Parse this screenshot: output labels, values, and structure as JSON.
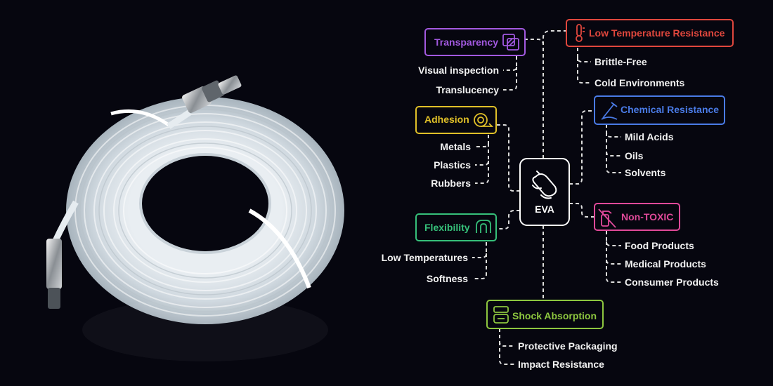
{
  "center": {
    "label": "EVA"
  },
  "nodes": {
    "transparency": {
      "label": "Transparency",
      "color": "#a259e0",
      "items": [
        "Visual inspection",
        "Translucency"
      ]
    },
    "adhesion": {
      "label": "Adhesion",
      "color": "#e0c028",
      "items": [
        "Metals",
        "Plastics",
        "Rubbers"
      ]
    },
    "flexibility": {
      "label": "Flexibility",
      "color": "#36c07a",
      "items": [
        "Low Temperatures",
        "Softness"
      ]
    },
    "low_temp": {
      "label": "Low Temperature Resistance",
      "color": "#e0473d",
      "items": [
        "Brittle-Free",
        "Cold Environments"
      ]
    },
    "chemical": {
      "label": "Chemical Resistance",
      "color": "#4a7be6",
      "items": [
        "Mild Acids",
        "Oils",
        "Solvents"
      ]
    },
    "nontoxic": {
      "label": "Non-TOXIC",
      "color": "#e04a9a",
      "items": [
        "Food Products",
        "Medical Products",
        "Consumer Products"
      ]
    },
    "shock": {
      "label": "Shock Absorption",
      "color": "#8dc63f",
      "items": [
        "Protective Packaging",
        "Impact Resistance"
      ]
    }
  },
  "icons": {
    "transparency": "transparency-icon",
    "adhesion": "tape-icon",
    "flexibility": "flexible-pipe-icon",
    "low_temp": "thermometer-icon",
    "chemical": "chemical-dropper-icon",
    "nontoxic": "no-spray-icon",
    "shock": "cushion-icon",
    "center": "polymer-icon"
  }
}
